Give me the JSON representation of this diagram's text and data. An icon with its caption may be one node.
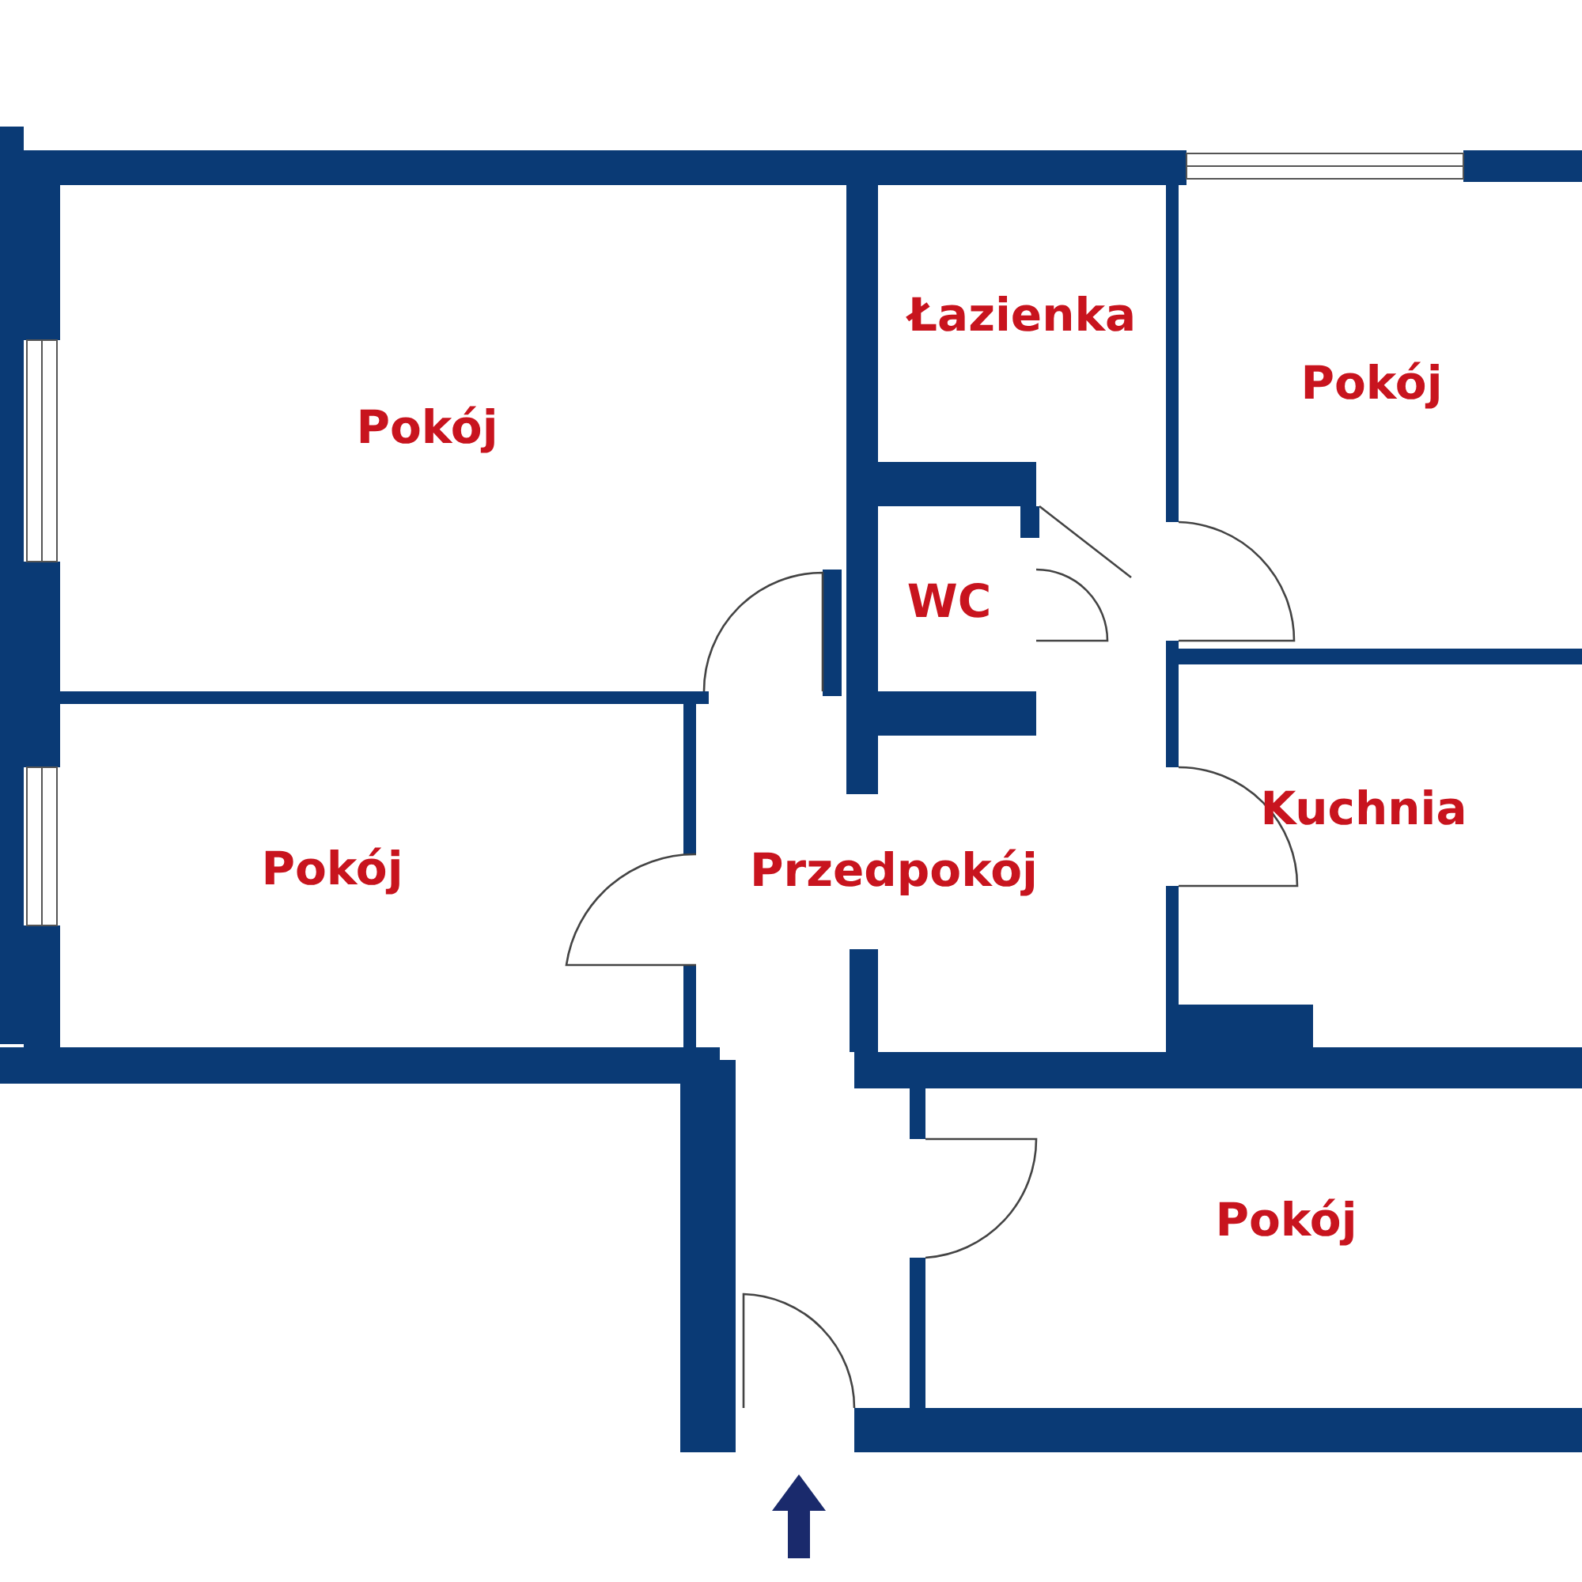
{
  "diagram": {
    "nodes": [
      {
        "text": [
          "Pokój"
        ]
      },
      {
        "text": [
          "Łazienka"
        ]
      },
      {
        "text": [
          "Pokój"
        ]
      },
      {
        "text": [
          "WC"
        ]
      },
      {
        "text": [
          "Pokój"
        ]
      },
      {
        "text": [
          "Przedpokój"
        ]
      },
      {
        "text": [
          "Kuchnia"
        ]
      },
      {
        "text": [
          "Pokój"
        ]
      }
    ]
  }
}
